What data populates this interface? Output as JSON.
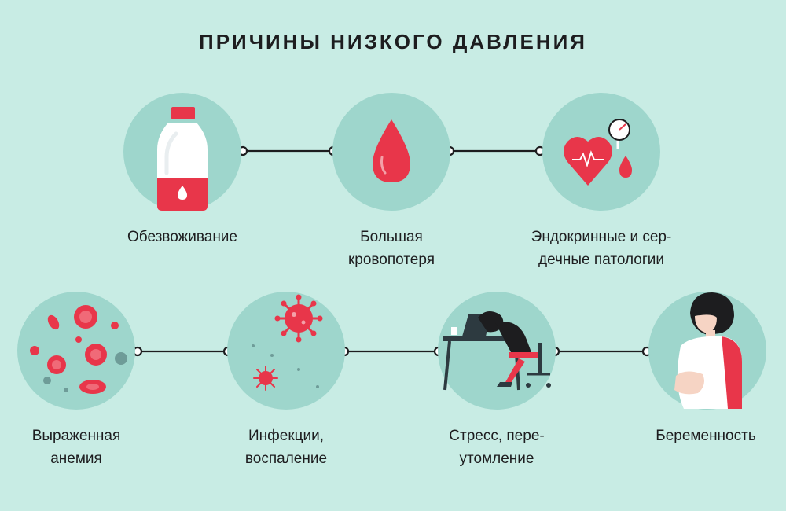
{
  "title": "ПРИЧИНЫ НИЗКОГО ДАВЛЕНИЯ",
  "colors": {
    "background": "#c8ece4",
    "circle": "#9ed6cc",
    "accent_red": "#e8364a",
    "text": "#1d1d1f"
  },
  "causes": [
    {
      "icon": "water-bottle-icon",
      "lines": [
        "Обезвоживание"
      ]
    },
    {
      "icon": "blood-drop-icon",
      "lines": [
        "Большая",
        "кровопотеря"
      ]
    },
    {
      "icon": "heart-pressure-icon",
      "lines": [
        "Эндокринные и сер-",
        "дечные патологии"
      ]
    },
    {
      "icon": "blood-cells-icon",
      "lines": [
        "Выраженная",
        "анемия"
      ]
    },
    {
      "icon": "virus-icon",
      "lines": [
        "Инфекции,",
        "воспаление"
      ]
    },
    {
      "icon": "tired-person-icon",
      "lines": [
        "Стресс, пере-",
        "утомление"
      ]
    },
    {
      "icon": "pregnant-woman-icon",
      "lines": [
        "Беременность"
      ]
    }
  ]
}
